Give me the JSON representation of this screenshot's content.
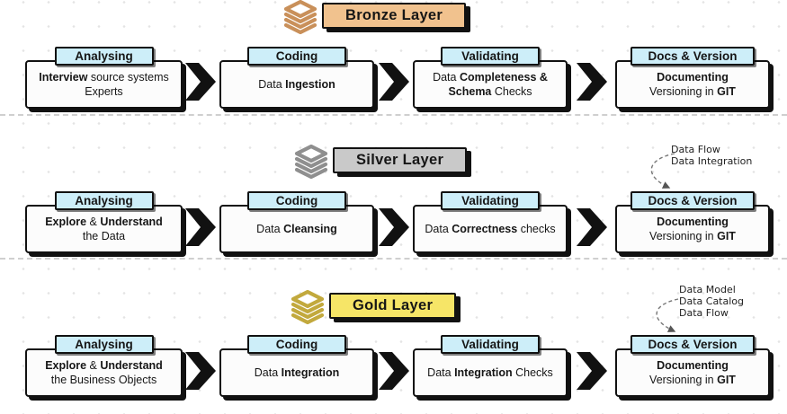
{
  "colors": {
    "tab_bg": "#cdeef9",
    "box_bg": "#fcfcfc",
    "arrow": "#111111",
    "bronze_badge": "#f1c28e",
    "bronze_icon": "#c9905a",
    "silver_badge": "#c9c9c9",
    "silver_icon": "#8f8f8f",
    "gold_badge": "#f6e567",
    "gold_icon": "#c2a93d"
  },
  "layers": [
    {
      "name": "bronze",
      "title": "Bronze Layer",
      "badge_color": "#f1c28e",
      "icon_color": "#c9905a",
      "annotation": [],
      "steps": [
        {
          "header": "Analysing",
          "body": [
            [
              [
                "Interview",
                1
              ],
              [
                " source systems",
                0
              ]
            ],
            [
              [
                "Experts",
                0
              ]
            ]
          ]
        },
        {
          "header": "Coding",
          "body": [
            [
              [
                "Data ",
                0
              ],
              [
                "Ingestion",
                1
              ]
            ]
          ]
        },
        {
          "header": "Validating",
          "body": [
            [
              [
                "Data ",
                0
              ],
              [
                "Completeness &",
                1
              ]
            ],
            [
              [
                "Schema",
                1
              ],
              [
                " Checks",
                0
              ]
            ]
          ]
        },
        {
          "header": "Docs & Version",
          "body": [
            [
              [
                "Documenting",
                1
              ]
            ],
            [
              [
                "Versioning in ",
                0
              ],
              [
                "GIT",
                1
              ]
            ]
          ]
        }
      ]
    },
    {
      "name": "silver",
      "title": "Silver Layer",
      "badge_color": "#c9c9c9",
      "icon_color": "#8f8f8f",
      "annotation": [
        "Data Flow",
        "Data Integration"
      ],
      "steps": [
        {
          "header": "Analysing",
          "body": [
            [
              [
                "Explore",
                1
              ],
              [
                " & ",
                0
              ],
              [
                "Understand",
                1
              ]
            ],
            [
              [
                "the Data",
                0
              ]
            ]
          ]
        },
        {
          "header": "Coding",
          "body": [
            [
              [
                "Data ",
                0
              ],
              [
                "Cleansing",
                1
              ]
            ]
          ]
        },
        {
          "header": "Validating",
          "body": [
            [
              [
                "Data ",
                0
              ],
              [
                "Correctness",
                1
              ],
              [
                " checks",
                0
              ]
            ]
          ]
        },
        {
          "header": "Docs & Version",
          "body": [
            [
              [
                "Documenting",
                1
              ]
            ],
            [
              [
                "Versioning in ",
                0
              ],
              [
                "GIT",
                1
              ]
            ]
          ]
        }
      ]
    },
    {
      "name": "gold",
      "title": "Gold Layer",
      "badge_color": "#f6e567",
      "icon_color": "#c2a93d",
      "annotation": [
        "Data Model",
        "Data Catalog",
        "Data Flow"
      ],
      "steps": [
        {
          "header": "Analysing",
          "body": [
            [
              [
                "Explore",
                1
              ],
              [
                " & ",
                0
              ],
              [
                "Understand",
                1
              ]
            ],
            [
              [
                "the Business Objects",
                0
              ]
            ]
          ]
        },
        {
          "header": "Coding",
          "body": [
            [
              [
                "Data ",
                0
              ],
              [
                "Integration",
                1
              ]
            ]
          ]
        },
        {
          "header": "Validating",
          "body": [
            [
              [
                "Data ",
                0
              ],
              [
                "Integration",
                1
              ],
              [
                " Checks",
                0
              ]
            ]
          ]
        },
        {
          "header": "Docs & Version",
          "body": [
            [
              [
                "Documenting",
                1
              ]
            ],
            [
              [
                "Versioning in ",
                0
              ],
              [
                "GIT",
                1
              ]
            ]
          ]
        }
      ]
    }
  ]
}
